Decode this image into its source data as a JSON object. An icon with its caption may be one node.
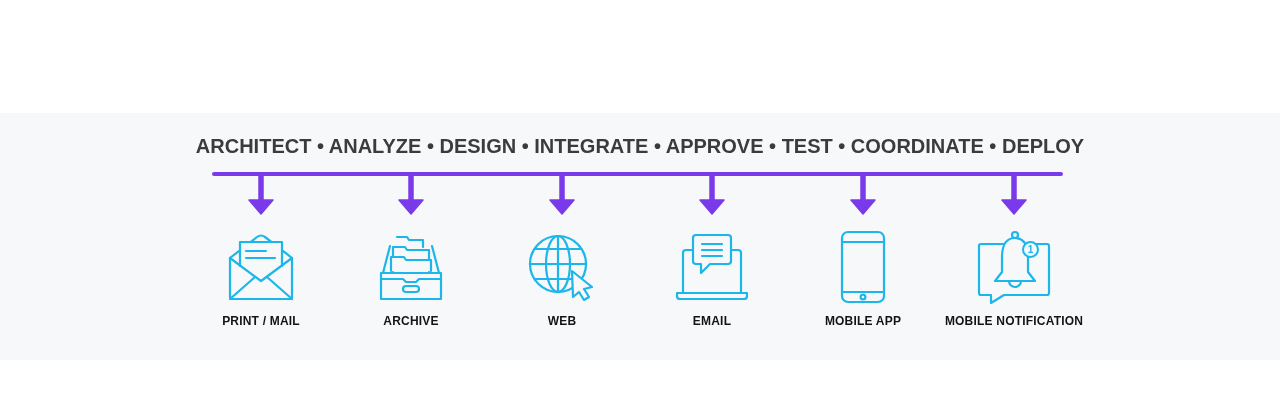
{
  "diagram": {
    "title": "ARCHITECT • ANALYZE • DESIGN • INTEGRATE • APPROVE • TEST • COORDINATE • DEPLOY",
    "nodes": [
      {
        "text": [],
        "shape": "bar"
      },
      {
        "text": [
          "PRINT / MAIL"
        ]
      },
      {
        "text": [
          "ARCHIVE"
        ]
      },
      {
        "text": [
          "WEB"
        ]
      },
      {
        "text": [
          "EMAIL"
        ]
      },
      {
        "text": [
          "MOBILE APP"
        ]
      },
      {
        "text": [
          "MOBILE NOTIFICATION"
        ]
      }
    ],
    "edges": [
      {
        "from": 0,
        "to": 1,
        "arrow": "to"
      },
      {
        "from": 0,
        "to": 2,
        "arrow": "to"
      },
      {
        "from": 0,
        "to": 3,
        "arrow": "to"
      },
      {
        "from": 0,
        "to": 4,
        "arrow": "to"
      },
      {
        "from": 0,
        "to": 5,
        "arrow": "to"
      },
      {
        "from": 0,
        "to": 6,
        "arrow": "to"
      }
    ],
    "labels": [
      "1"
    ]
  }
}
